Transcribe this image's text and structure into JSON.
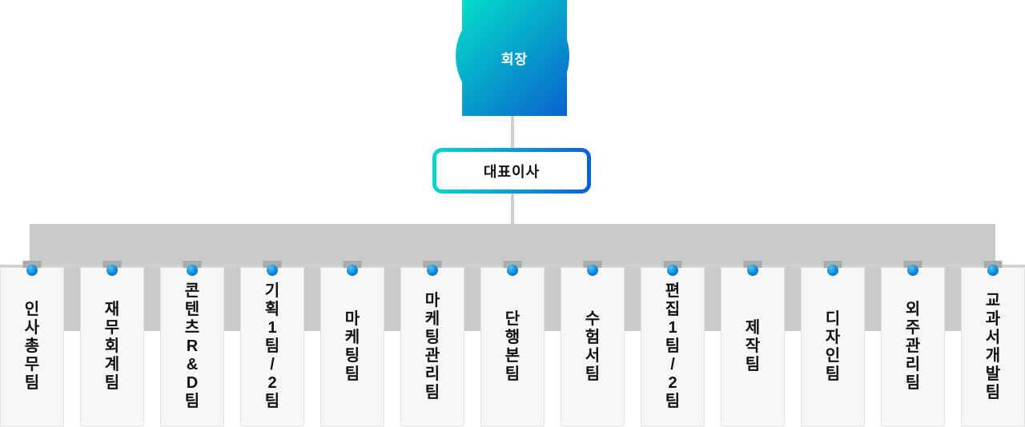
{
  "org_chart": {
    "chairman": {
      "label": "회장"
    },
    "ceo": {
      "label": "대표이사"
    },
    "teams": [
      {
        "label": "인사총무팀"
      },
      {
        "label": "재무회계팀"
      },
      {
        "label": "콘텐츠R&D팀"
      },
      {
        "label": "기획1팀/2팀"
      },
      {
        "label": "마케팅팀"
      },
      {
        "label": "마케팅관리팀"
      },
      {
        "label": "단행본팀"
      },
      {
        "label": "수험서팀"
      },
      {
        "label": "편집1팀/2팀"
      },
      {
        "label": "제작팀"
      },
      {
        "label": "디자인팀"
      },
      {
        "label": "외주관리팀"
      },
      {
        "label": "교과서개발팀"
      }
    ],
    "theme": {
      "node_gradient_start": "#04dcca",
      "node_gradient_end": "#0a62ce",
      "ceo_border_gradient_start": "#06d8cb",
      "ceo_border_gradient_end": "#0b61d7",
      "connector_band": "#c9cbca",
      "connector_rail": "#ced1d0",
      "connector_tab": "#a9acac",
      "pin_dot_light": "#4ec7f2",
      "pin_dot_dark": "#0a63ba",
      "card_background": "#f6f7f7",
      "card_border": "#dfe1e0",
      "text_dark": "#111111",
      "text_white": "#ffffff"
    }
  }
}
